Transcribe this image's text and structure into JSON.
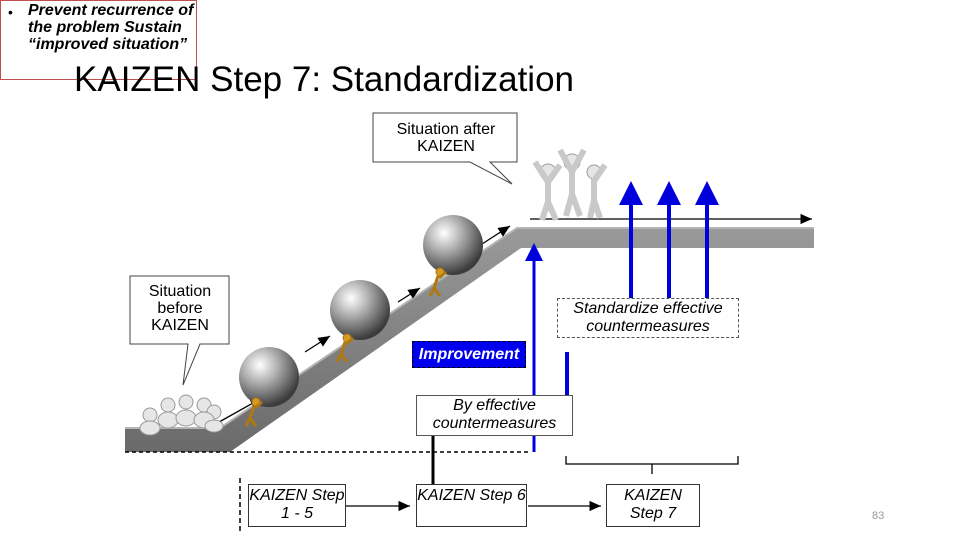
{
  "title": "KAIZEN Step 7: Standardization",
  "callouts": {
    "after": "Situation after KAIZEN",
    "before": "Situation before KAIZEN"
  },
  "prevent": {
    "bullet": "•",
    "text": "Prevent recurrence of the problem Sustain “improved situation”"
  },
  "labels": {
    "improvement": "Improvement",
    "standardize": "Standardize effective countermeasures",
    "by_effective": "By effective countermeasures"
  },
  "steps": [
    {
      "label": "KAIZEN Step 1 - 5"
    },
    {
      "label": "KAIZEN Step 6"
    },
    {
      "label": "KAIZEN Step 7"
    }
  ],
  "page_number": "83",
  "colors": {
    "accent_blue": "#0000ee",
    "ramp_gray": "#7f7f7f",
    "callout_border": "#c0504d"
  }
}
